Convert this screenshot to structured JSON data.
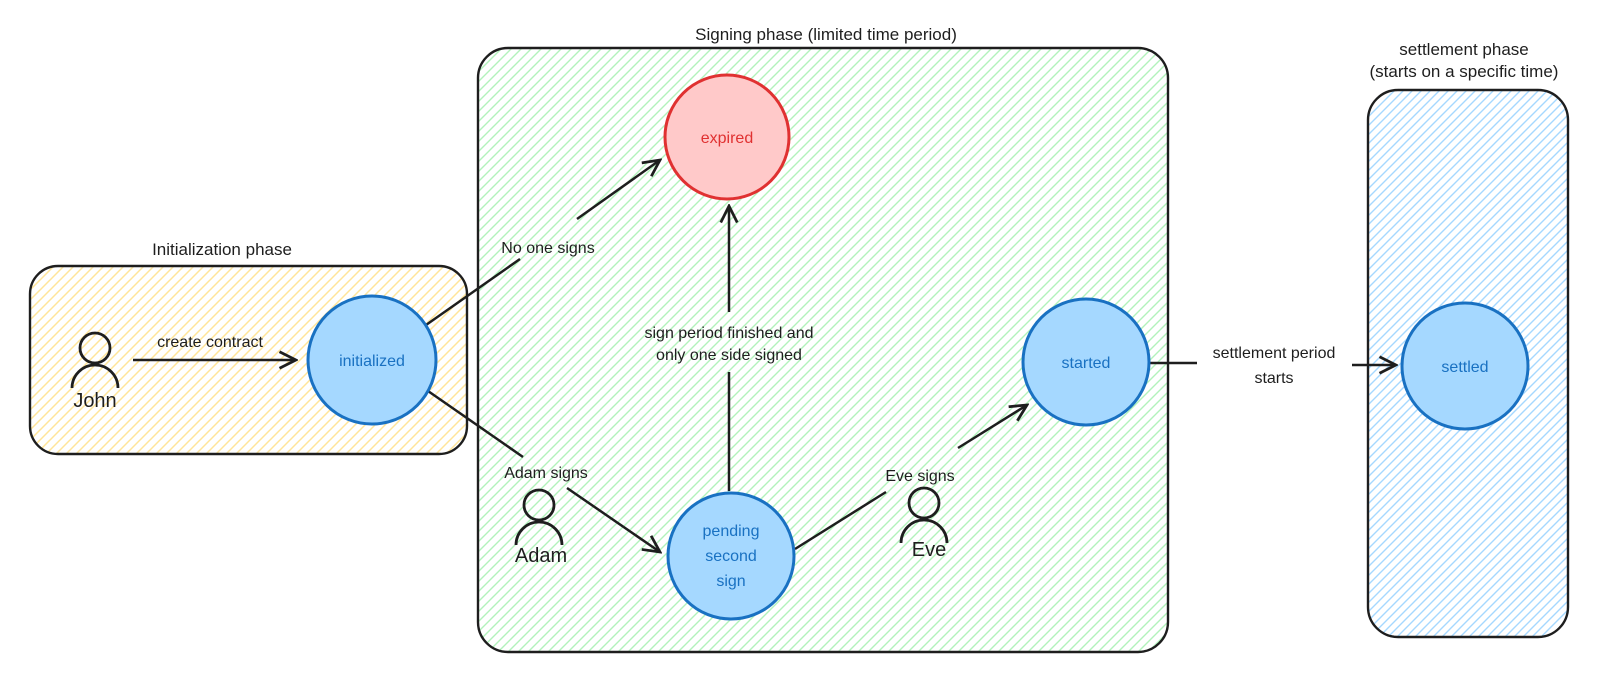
{
  "colors": {
    "ink": "#1e1e1e",
    "hatch_yellow": "#ffe599",
    "hatch_green": "#b2f2bb",
    "hatch_blue": "#a5d8ff",
    "node_blue_fill": "#a5d8ff",
    "node_blue_stroke": "#1971c2",
    "node_red_fill": "#ffc9c9",
    "node_red_stroke": "#e03131"
  },
  "phases": {
    "initialization": {
      "title": "Initialization phase"
    },
    "signing": {
      "title": "Signing phase (limited time period)"
    },
    "settlement": {
      "title_line1": "settlement phase",
      "title_line2": "(starts on a specific time)"
    }
  },
  "actors": {
    "john": {
      "name": "John"
    },
    "adam": {
      "name": "Adam"
    },
    "eve": {
      "name": "Eve"
    }
  },
  "states": {
    "initialized": {
      "label": "initialized"
    },
    "expired": {
      "label": "expired"
    },
    "pending": {
      "line1": "pending",
      "line2": "second",
      "line3": "sign"
    },
    "started": {
      "label": "started"
    },
    "settled": {
      "label": "settled"
    }
  },
  "transitions": {
    "create_contract": {
      "label": "create contract"
    },
    "no_one_signs": {
      "label": "No one signs"
    },
    "adam_signs": {
      "label": "Adam signs"
    },
    "sign_period": {
      "line1": "sign period finished and",
      "line2": "only one side signed"
    },
    "eve_signs": {
      "label": "Eve signs"
    },
    "settlement_starts": {
      "line1": "settlement period",
      "line2": "starts"
    }
  }
}
